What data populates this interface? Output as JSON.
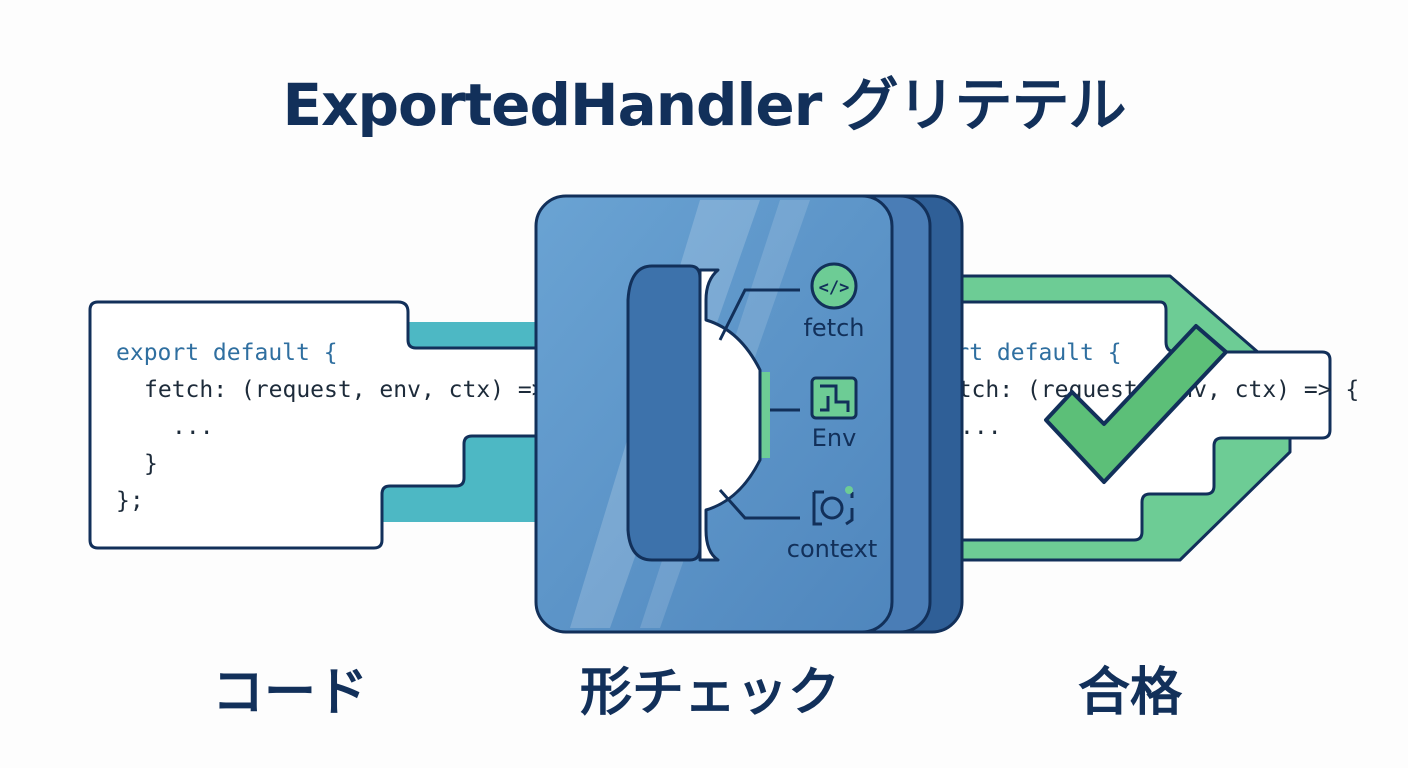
{
  "title": "ExportedHandler グリテテル",
  "steps": {
    "code": "コード",
    "check": "形チェック",
    "pass": "合格"
  },
  "code_left": {
    "line1_keyword": "export default {",
    "line2": "fetch: (request, env, ctx) => {",
    "line3": "...",
    "line4": "}",
    "line5": "};"
  },
  "code_right": {
    "line1_keyword": "export default {",
    "line2": "fetch: (request, env, ctx) => {",
    "line3": "...",
    "line4": "}",
    "line5": "};"
  },
  "hooks": {
    "fetch": "fetch",
    "env": "Env",
    "context": "context"
  },
  "icons": {
    "fetch": "code-brackets-icon",
    "env": "env-panel-icon",
    "context": "camera-icon",
    "pass": "checkmark-icon"
  },
  "colors": {
    "navy": "#12305a",
    "teal": "#4db8c4",
    "green": "#6dcc95",
    "check_green": "#5cbf78",
    "gate_blue": "#5e95c8"
  }
}
